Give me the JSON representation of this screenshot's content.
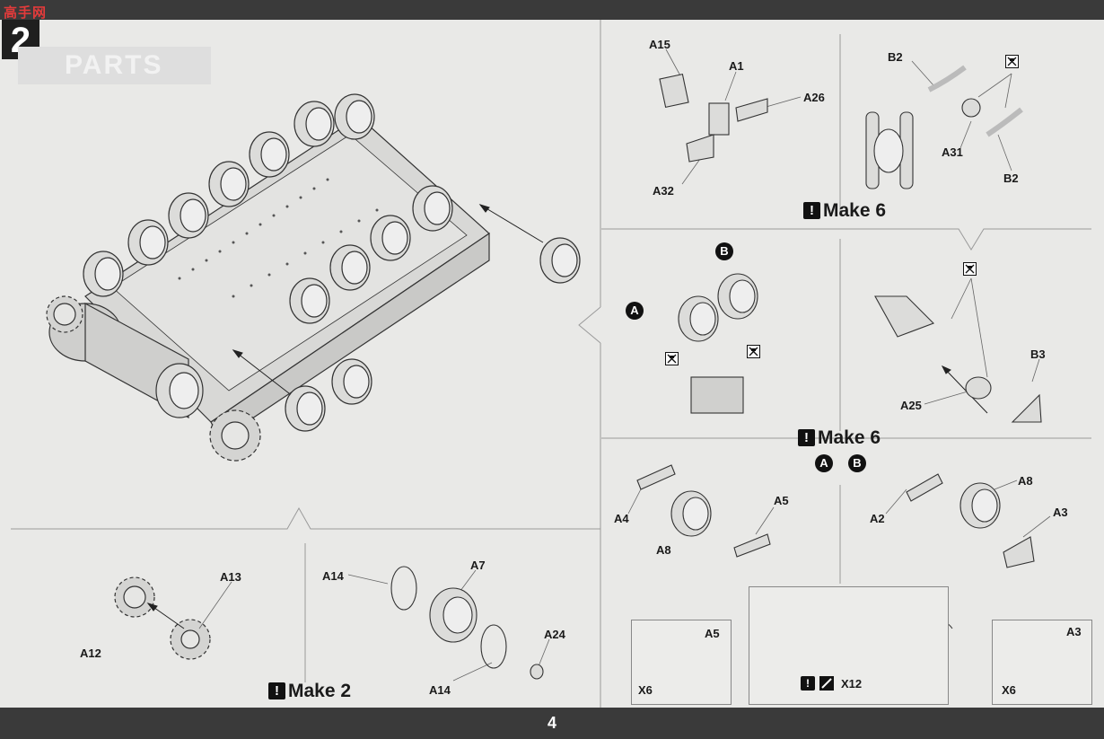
{
  "header": {
    "logo_text": "高手网",
    "step_number": "2",
    "section_title": "PARTS"
  },
  "footer": {
    "page_number": "4"
  },
  "labels": {
    "a15": "A15",
    "a1": "A1",
    "a26": "A26",
    "a32": "A32",
    "b2_top": "B2",
    "b2_bottom": "B2",
    "a31": "A31",
    "b3": "B3",
    "a25": "A25",
    "a4": "A4",
    "a5_mid": "A5",
    "a8_left": "A8",
    "a2": "A2",
    "a8_right": "A8",
    "a3_mid": "A3",
    "a12": "A12",
    "a13": "A13",
    "a14_top": "A14",
    "a7": "A7",
    "a24": "A24",
    "a14_bottom": "A14",
    "a5_box": "A5",
    "x6_left": "X6",
    "a3_box": "A3",
    "x6_right": "X6",
    "x12": "X12"
  },
  "make": {
    "top_right": "Make 6",
    "middle": "Make 6",
    "bottom_left": "Make 2",
    "exclaim": "!"
  },
  "badges": {
    "a": "A",
    "b": "B"
  }
}
